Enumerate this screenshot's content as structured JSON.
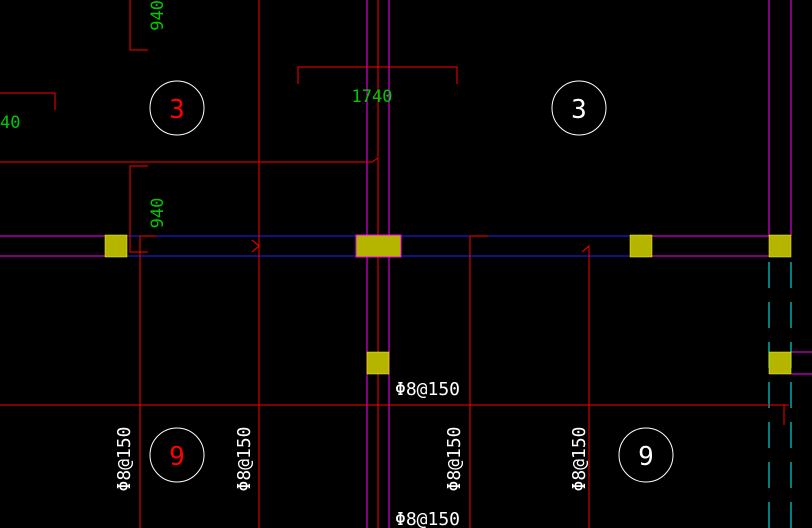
{
  "drawing": {
    "background": "#000000",
    "colors": {
      "rebar": "#ff0000",
      "beam_edge": "#ff00ff",
      "beam_fill": "#0000ff",
      "column": "#b5b500",
      "dimension_text": "#00c800",
      "spacing_text": "#ffffff",
      "axis_dash": "#00ffff",
      "circle": "#ffffff"
    },
    "dimension_labels": {
      "dim_940_top": "940",
      "dim_1740": "1740",
      "dim_940_mid": "940",
      "dim_40_left": "40"
    },
    "tags": {
      "tag_3_left": "3",
      "tag_3_right": "3",
      "tag_9_left": "9",
      "tag_9_right": "9"
    },
    "spacing_labels": {
      "spacing_h1": "Φ8@150",
      "spacing_h2": "Φ8@150",
      "spacing_v1": "Φ8@150",
      "spacing_v2": "Φ8@150",
      "spacing_v3": "Φ8@150",
      "spacing_v4": "Φ8@150"
    }
  }
}
